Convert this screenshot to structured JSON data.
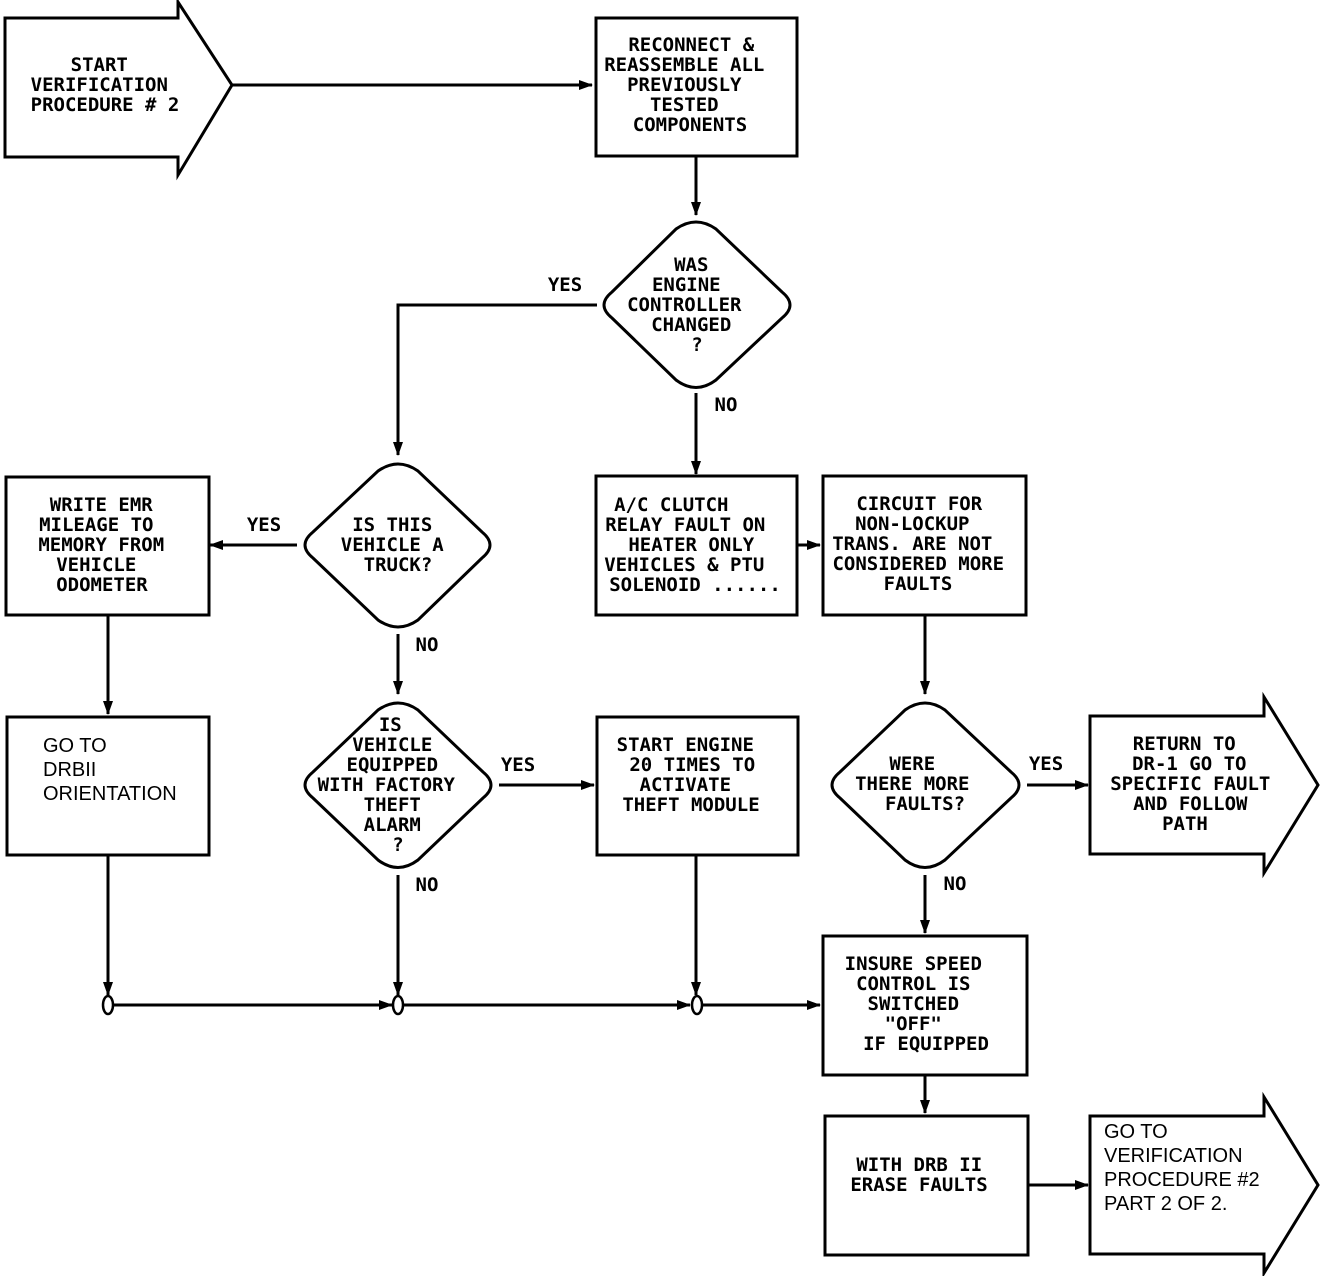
{
  "nodes": {
    "start": [
      "START",
      "VERIFICATION",
      "PROCEDURE # 2"
    ],
    "reconnect": [
      "RECONNECT &",
      "REASSEMBLE ALL",
      "PREVIOUSLY",
      "TESTED",
      "COMPONENTS"
    ],
    "engine_controller_q": [
      "WAS",
      "ENGINE",
      "CONTROLLER",
      "CHANGED",
      "?"
    ],
    "ac_clutch": [
      "A/C CLUTCH",
      "RELAY FAULT ON",
      "HEATER ONLY",
      "VEHICLES & PTU",
      "SOLENOID ......"
    ],
    "circuit_non_lockup": [
      "CIRCUIT FOR",
      "NON-LOCKUP",
      "TRANS. ARE NOT",
      "CONSIDERED MORE",
      "FAULTS"
    ],
    "truck_q": [
      "IS THIS",
      "VEHICLE A",
      "TRUCK?"
    ],
    "write_emr": [
      "WRITE EMR",
      "MILEAGE TO",
      "MEMORY FROM",
      "VEHICLE",
      "ODOMETER"
    ],
    "goto_drbii": [
      "GO TO",
      "DRBII",
      "ORIENTATION"
    ],
    "theft_alarm_q": [
      "IS",
      "VEHICLE",
      "EQUIPPED",
      "WITH FACTORY",
      "THEFT",
      "ALARM",
      "?"
    ],
    "start_engine": [
      "START ENGINE",
      "20 TIMES TO",
      "ACTIVATE",
      "THEFT MODULE"
    ],
    "more_faults_q": [
      "WERE",
      "THERE MORE",
      "FAULTS?"
    ],
    "return_dr1": [
      "RETURN TO",
      "DR-1 GO TO",
      "SPECIFIC FAULT",
      "AND FOLLOW",
      "PATH"
    ],
    "speed_control": [
      "INSURE SPEED",
      "CONTROL IS",
      "SWITCHED",
      "\"OFF\"",
      "IF EQUIPPED"
    ],
    "erase_faults": [
      "WITH DRB II",
      "ERASE FAULTS"
    ],
    "goto_part2": [
      "GO TO",
      "VERIFICATION",
      "PROCEDURE #2",
      "PART 2 OF 2."
    ]
  },
  "branch_labels": {
    "controller_yes": "YES",
    "controller_no": "NO",
    "truck_yes": "YES",
    "truck_no": "NO",
    "theft_yes": "YES",
    "theft_no": "NO",
    "faults_yes": "YES",
    "faults_no": "NO"
  }
}
